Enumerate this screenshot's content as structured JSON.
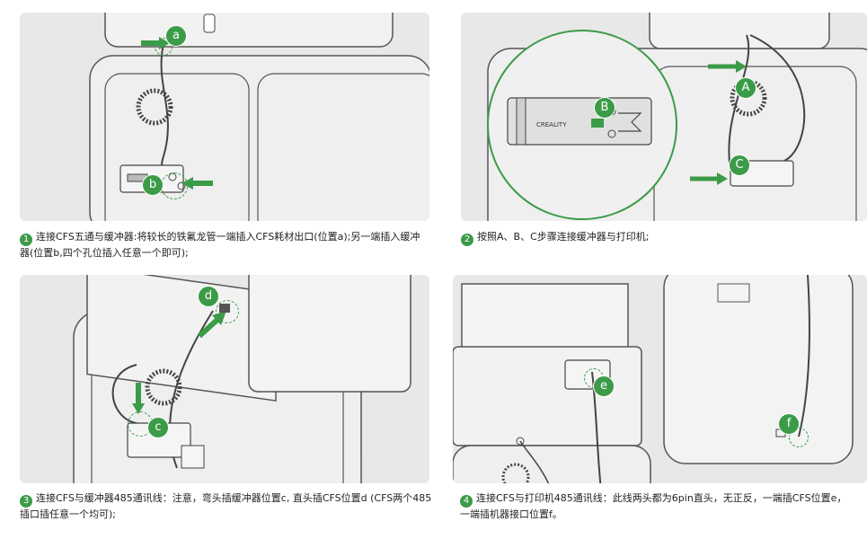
{
  "steps": [
    {
      "number": "1",
      "text": "连接CFS五通与缓冲器:将较长的铁氟龙管一端插入CFS耗材出口(位置a);另一端插入缓冲器(位置b,四个孔位插入任意一个即可);",
      "markers": [
        "a",
        "b"
      ]
    },
    {
      "number": "2",
      "text": "按照A、B、C步骤连接缓冲器与打印机;",
      "markers": [
        "A",
        "B",
        "C"
      ]
    },
    {
      "number": "3",
      "text": "连接CFS与缓冲器485通讯线：注意，弯头插缓冲器位置c, 直头插CFS位置d (CFS两个485插口插任意一个均可);",
      "markers": [
        "c",
        "d"
      ]
    },
    {
      "number": "4",
      "text": "连接CFS与打印机485通讯线：此线两头都为6pin直头，无正反，一端插CFS位置e，一端插机器接口位置f。",
      "markers": [
        "e",
        "f"
      ]
    }
  ],
  "logo_text": "CREALITY",
  "colors": {
    "accent": "#3c9b48",
    "panel_bg": "#e8e8e8",
    "line": "#555555"
  }
}
